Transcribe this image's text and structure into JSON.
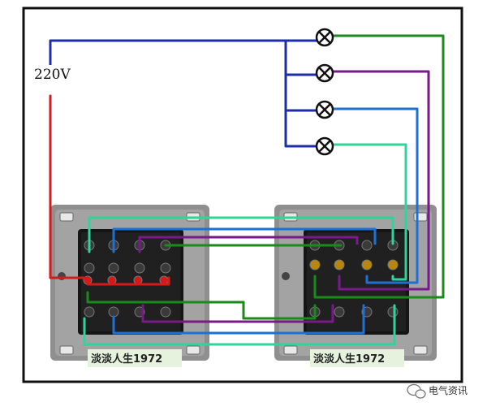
{
  "supply_label": "220V",
  "left_switch": {
    "caption": "淡淡人生1972"
  },
  "right_switch": {
    "caption": "淡淡人生1972"
  },
  "watermark": {
    "text": "电气资讯"
  },
  "colors": {
    "neutral": "#1f2ea8",
    "live": "#d41a1a",
    "green": "#1a8a1a",
    "purple": "#7a1a8a",
    "blue": "#1f6fd4",
    "teal": "#2fd49a",
    "frame": "#111111",
    "plate": "#8a8a8a"
  }
}
